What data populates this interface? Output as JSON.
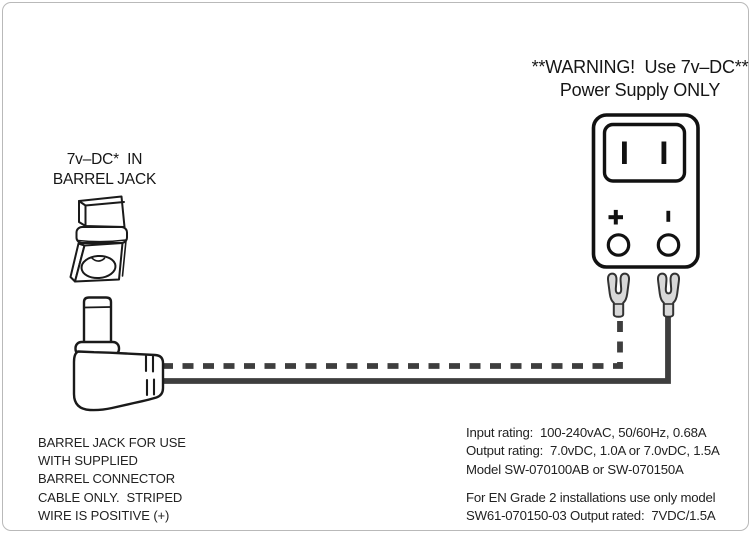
{
  "colors": {
    "ink": "#1a1a1a",
    "wire": "#3e3e3e",
    "fork_fill": "#d8d8d8",
    "frame_border": "#b9b9b9",
    "background": "#ffffff"
  },
  "warning": {
    "line1": "**WARNING!  Use 7v–DC**",
    "line2": "Power Supply ONLY"
  },
  "barrel_jack_label": {
    "line1": "7v–DC*  IN",
    "line2": "BARREL JACK"
  },
  "power_supply": {
    "positive_symbol": "+",
    "negative_symbol": "-"
  },
  "barrel_jack_note": {
    "lines": [
      "BARREL JACK FOR USE",
      "WITH SUPPLIED",
      "BARREL CONNECTOR",
      "CABLE ONLY.  STRIPED",
      "WIRE IS POSITIVE (+)"
    ]
  },
  "ratings_note": {
    "lines": [
      "Input rating:  100-240vAC, 50/60Hz, 0.68A",
      "Output rating:  7.0vDC, 1.0A or 7.0vDC, 1.5A",
      "Model SW-070100AB or SW-070150A"
    ]
  },
  "grade2_note": {
    "lines": [
      "For EN Grade 2 installations use only model",
      "SW61-070150-03 Output rated:  7VDC/1.5A"
    ]
  }
}
